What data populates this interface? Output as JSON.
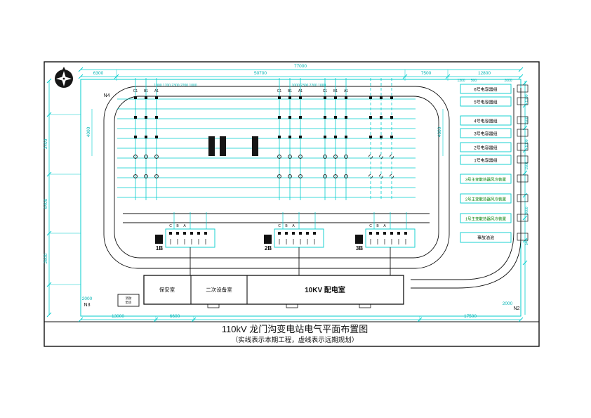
{
  "sheet": {
    "title": "110kV 龙门沟变电站电气平面布置图",
    "subtitle": "（实线表示本期工程，虚线表示远期规划）"
  },
  "colors": {
    "cyan": "#00c8c8",
    "black": "#000000",
    "green": "#007d00"
  },
  "dims": {
    "top_total": "77000",
    "top_row": [
      "6300",
      "50700",
      "7500",
      "12800"
    ],
    "top_small": [
      "1300",
      "500",
      "2000"
    ],
    "bay_numbers_1": "1000 1700 2300 2200 1000",
    "bay_numbers_2": "1000 2300 2200 1000",
    "left_outer": [
      "3400",
      "6400",
      "2600"
    ],
    "left_inner": "4000",
    "left_corner": "2000",
    "right_inner": "4600",
    "right_outer": [
      "1300",
      "1500",
      "1000",
      "1500",
      "3000",
      "540"
    ],
    "bottom_row": [
      "13000",
      "6600",
      "17500"
    ],
    "bottom_right_corner": "2000",
    "n_markers": {
      "n4": "N4",
      "n3": "N3",
      "n2": "N2"
    }
  },
  "bays": {
    "upper_letters": [
      "C1",
      "B1",
      "A1"
    ],
    "lower_letters": [
      "C",
      "B",
      "A"
    ]
  },
  "transformers": [
    "1B",
    "2B",
    "3B"
  ],
  "rooms": [
    "保安室",
    "二次设备室",
    "10KV 配电室"
  ],
  "pump_house": {
    "line1": "消防",
    "line2": "泵房"
  },
  "equipment_right": [
    {
      "label": "6号电容器组",
      "color": "#000000"
    },
    {
      "label": "5号电容器组",
      "color": "#000000"
    },
    {
      "label": "4号电容器组",
      "color": "#000000"
    },
    {
      "label": "3号电容器组",
      "color": "#000000"
    },
    {
      "label": "2号电容器组",
      "color": "#000000"
    },
    {
      "label": "1号电容器组",
      "color": "#000000"
    },
    {
      "label": "3号主变散热器风冷装置",
      "color": "#007d00"
    },
    {
      "label": "2号主变散热器风冷装置",
      "color": "#007d00"
    },
    {
      "label": "1号主变散热器风冷装置",
      "color": "#007d00"
    },
    {
      "label": "事故油池",
      "color": "#000000"
    }
  ]
}
